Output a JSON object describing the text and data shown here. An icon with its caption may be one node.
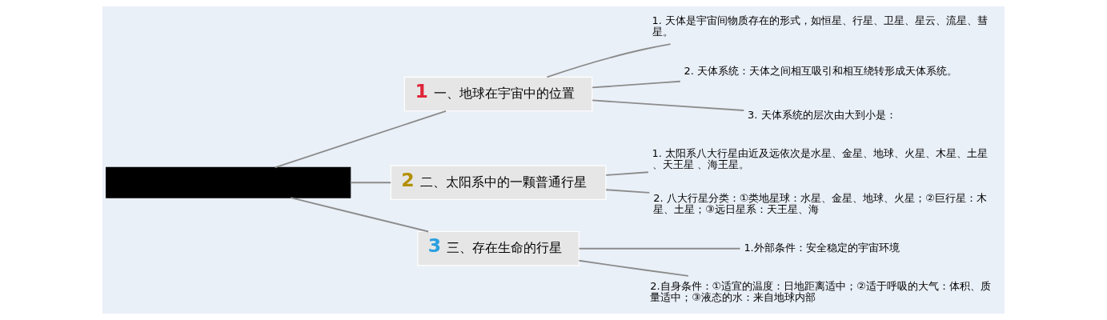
{
  "diagram": {
    "nodes": [
      {
        "text": [],
        "shape": "box"
      },
      {
        "text": [
          "1",
          "一、地球在宇宙中的位置"
        ]
      },
      {
        "text": [
          "1. 天体是宇宙间物质存在的形式，如恒星、行星、卫星、星云、流星、彗星。"
        ]
      },
      {
        "text": [
          "2. 天体系统：天体之间相互吸引和相互绕转形成天体系统。"
        ]
      },
      {
        "text": [
          "3. 天体系统的层次由大到小是："
        ]
      },
      {
        "text": [
          "2",
          "二、太阳系中的一颗普通行星"
        ]
      },
      {
        "text": [
          "1. 太阳系八大行星由近及远依次是水星、金星、地球、火星、木星、土星、天王星 、海王星。"
        ]
      },
      {
        "text": [
          "2. 八大行星分类：①类地星球：水星、金星、地球、火星；②巨行星：木星、土星；③远日星系：天王星、海"
        ]
      },
      {
        "text": [
          "3",
          "三、存在生命的行星"
        ]
      },
      {
        "text": [
          "1.外部条件：安全稳定的宇宙环境"
        ]
      },
      {
        "text": [
          "2.自身条件：①适宜的温度：日地距离适中；②适于呼吸的大气：体积、质量适中；③液态的水：来自地球内部"
        ]
      }
    ],
    "edges": [
      {
        "from": 0,
        "to": 1,
        "arrow": "none"
      },
      {
        "from": 1,
        "to": 2,
        "arrow": "none"
      },
      {
        "from": 1,
        "to": 3,
        "arrow": "none"
      },
      {
        "from": 1,
        "to": 4,
        "arrow": "none"
      },
      {
        "from": 0,
        "to": 5,
        "arrow": "none"
      },
      {
        "from": 5,
        "to": 6,
        "arrow": "none"
      },
      {
        "from": 5,
        "to": 7,
        "arrow": "none"
      },
      {
        "from": 0,
        "to": 8,
        "arrow": "none"
      },
      {
        "from": 8,
        "to": 9,
        "arrow": "none"
      },
      {
        "from": 8,
        "to": 10,
        "arrow": "none"
      }
    ]
  }
}
